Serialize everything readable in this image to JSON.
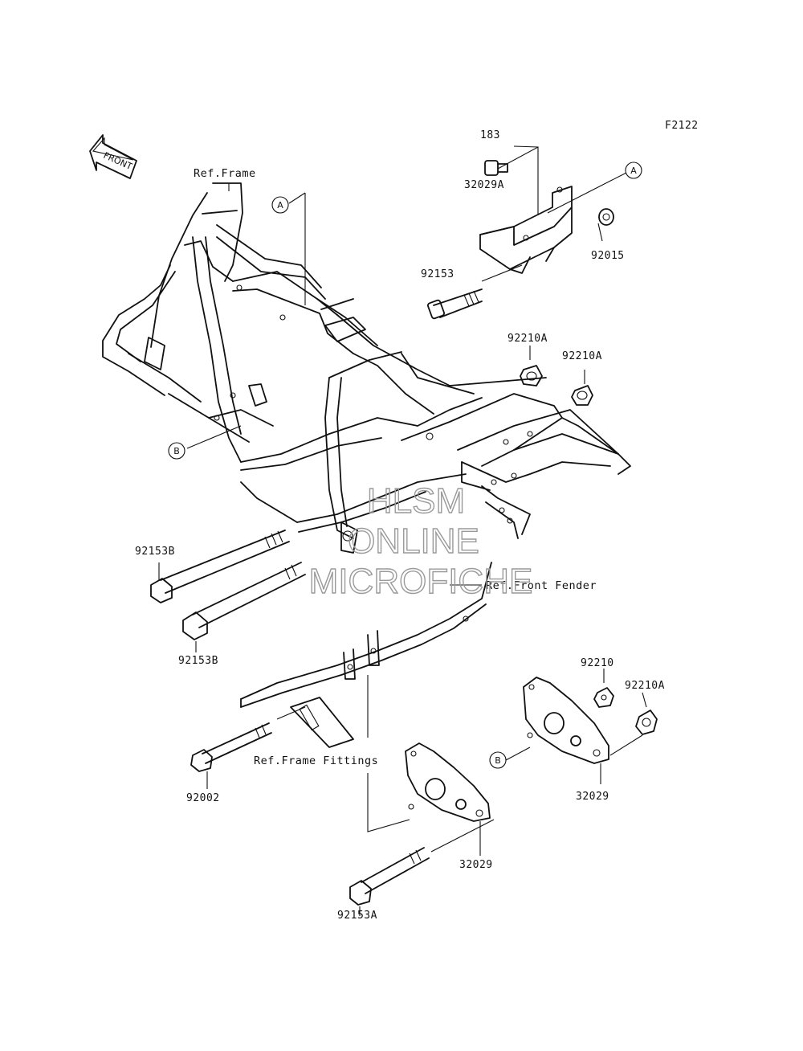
{
  "figure_code": "F2122",
  "front_arrow_label": "FRONT",
  "watermark": {
    "line1": "HLSM",
    "line2": "ONLINE",
    "line3": "MICROFICHE"
  },
  "references": {
    "frame": "Ref.Frame",
    "front_fender": "Ref.Front Fender",
    "frame_fittings": "Ref.Frame Fittings"
  },
  "callouts": {
    "a": "A",
    "b": "B"
  },
  "parts": {
    "p183": "183",
    "p32029a": "32029A",
    "p92015": "92015",
    "p92153": "92153",
    "p92210a_1": "92210A",
    "p92210a_2": "92210A",
    "p92153b_1": "92153B",
    "p92153b_2": "92153B",
    "p92210": "92210",
    "p92210a_3": "92210A",
    "p92002": "92002",
    "p32029_1": "32029",
    "p32029_2": "32029",
    "p92153a": "92153A"
  }
}
